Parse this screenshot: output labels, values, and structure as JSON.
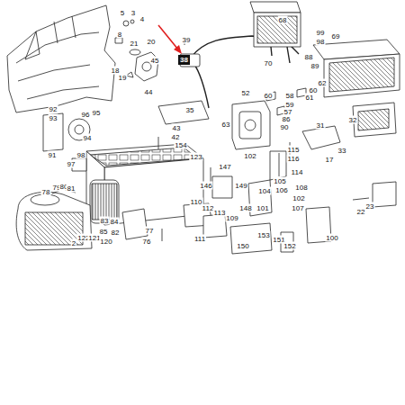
{
  "diagram": {
    "nodes": [
      {
        "text": [
          "38"
        ]
      }
    ],
    "labels": [
      "3",
      "5",
      "4",
      "8",
      "39",
      "21",
      "20",
      "45",
      "18",
      "19",
      "44",
      "70",
      "68",
      "99",
      "98",
      "88",
      "89",
      "69",
      "52",
      "60",
      "58",
      "61",
      "62",
      "60",
      "35",
      "43",
      "42",
      "154",
      "63",
      "59",
      "57",
      "86",
      "90",
      "31",
      "32",
      "33",
      "17",
      "92",
      "93",
      "96",
      "95",
      "94",
      "91",
      "98",
      "97",
      "123",
      "147",
      "146",
      "149",
      "102",
      "115",
      "116",
      "114",
      "105",
      "106",
      "108",
      "102",
      "107",
      "104",
      "148",
      "101",
      "110",
      "112",
      "113",
      "109",
      "111",
      "153",
      "150",
      "151",
      "152",
      "100",
      "22",
      "23",
      "78",
      "79",
      "80",
      "81",
      "83",
      "84",
      "77",
      "76",
      "85",
      "122",
      "121",
      "120",
      "82",
      "2"
    ]
  }
}
